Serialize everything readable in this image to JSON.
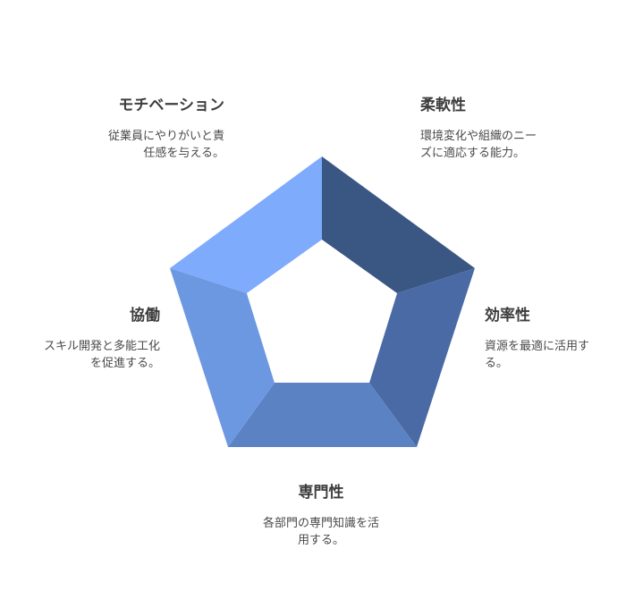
{
  "sections": {
    "motivation": {
      "title": "モチベーション",
      "desc_line1": "従業員にやりがいと責",
      "desc_line2": "任感を与える。",
      "color": "#7eabfb"
    },
    "flexibility": {
      "title": "柔軟性",
      "desc_line1": "環境変化や組織のニー",
      "desc_line2": "ズに適応する能力。",
      "color": "#3a5683"
    },
    "efficiency": {
      "title": "効率性",
      "desc_line1": "資源を最適に活用す",
      "desc_line2": "る。",
      "color": "#4a6aa5"
    },
    "expertise": {
      "title": "専門性",
      "desc_line1": "各部門の専門知識を活",
      "desc_line2": "用する。",
      "color": "#5b82c3"
    },
    "collaboration": {
      "title": "協働",
      "desc_line1": "スキル開発と多能工化",
      "desc_line2": "を促進する。",
      "color": "#6c98e1"
    }
  }
}
